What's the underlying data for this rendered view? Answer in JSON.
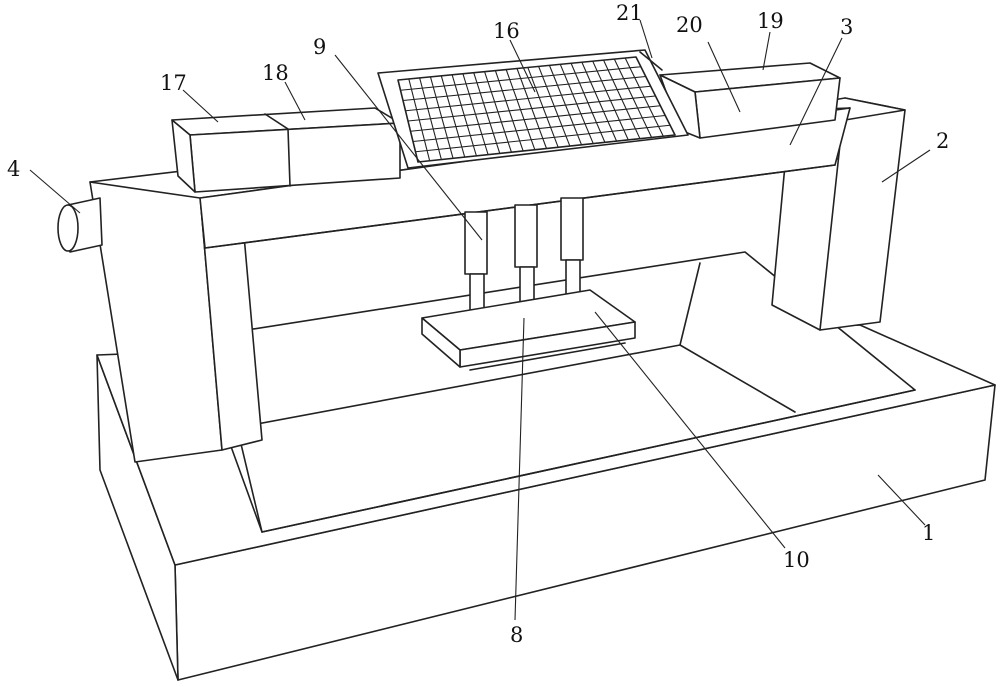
{
  "labels": {
    "l1": "1",
    "l2": "2",
    "l3": "3",
    "l4": "4",
    "l8": "8",
    "l9": "9",
    "l10": "10",
    "l16": "16",
    "l17": "17",
    "l18": "18",
    "l19": "19",
    "l20": "20",
    "l21": "21"
  },
  "colors": {
    "line": "#222222",
    "background": "#ffffff"
  }
}
